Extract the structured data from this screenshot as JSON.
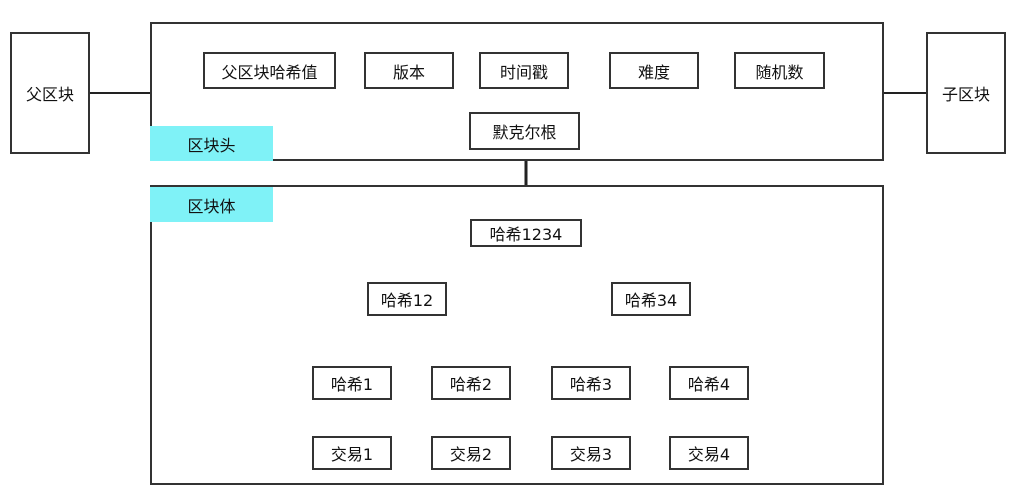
{
  "parent_block": "父区块",
  "child_block": "子区块",
  "header": {
    "tag": "区块头",
    "fields": [
      "父区块哈希值",
      "版本",
      "时间戳",
      "难度",
      "随机数"
    ],
    "merkle_root": "默克尔根"
  },
  "body": {
    "tag": "区块体",
    "root_hash": "哈希1234",
    "level2": [
      "哈希12",
      "哈希34"
    ],
    "hashes": [
      "哈希1",
      "哈希2",
      "哈希3",
      "哈希4"
    ],
    "transactions": [
      "交易1",
      "交易2",
      "交易3",
      "交易4"
    ]
  }
}
